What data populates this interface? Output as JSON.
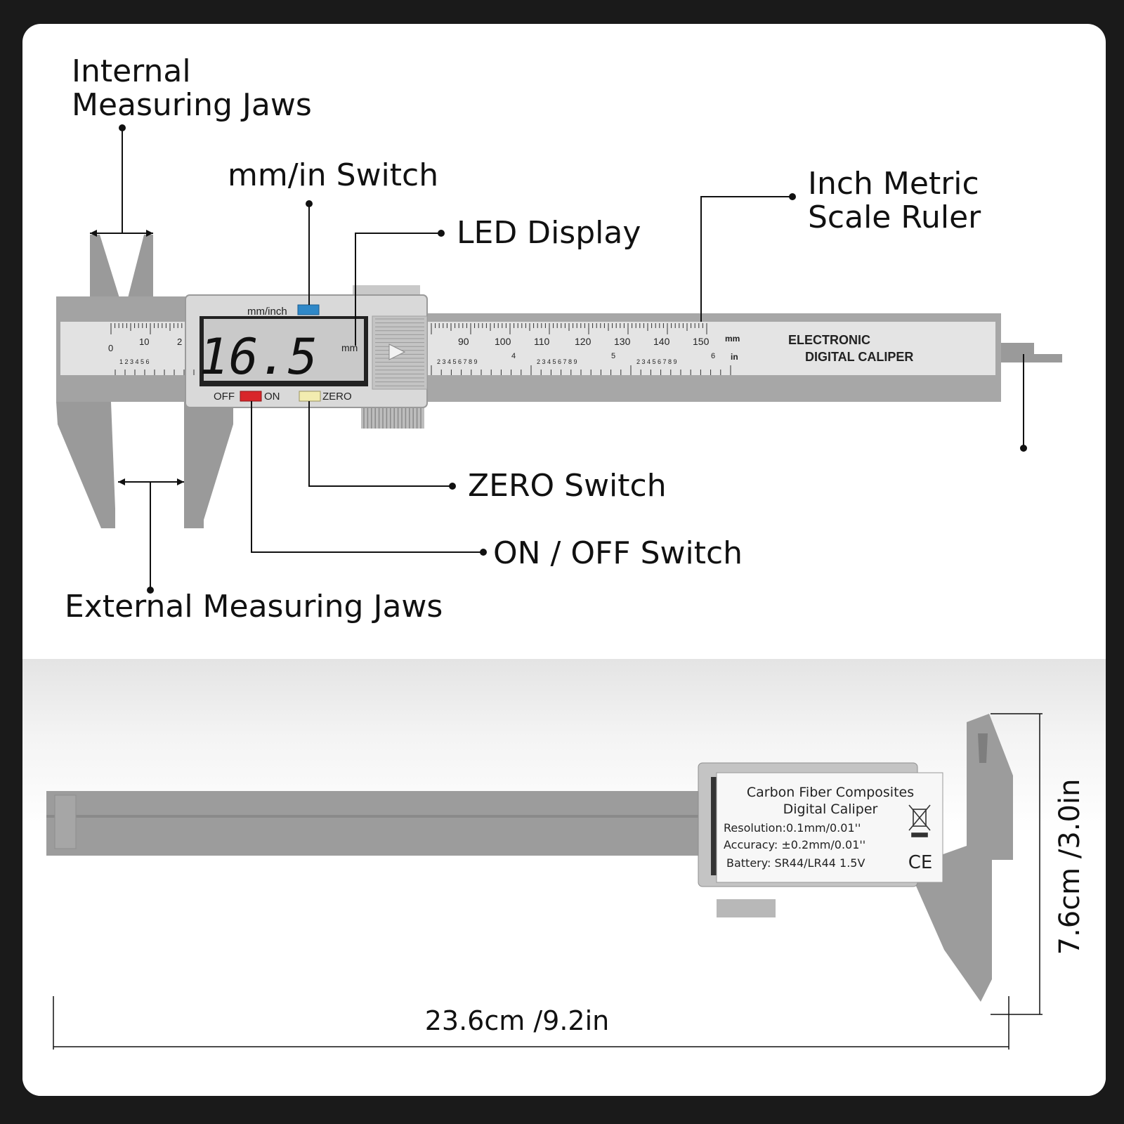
{
  "labels": {
    "internal_jaws_line1": "Internal",
    "internal_jaws_line2": "Measuring Jaws",
    "mm_in_switch": "mm/in Switch",
    "led_display": "LED Display",
    "inch_metric_line1": "Inch Metric",
    "inch_metric_line2": "Scale Ruler",
    "zero_switch": "ZERO Switch",
    "on_off_switch": "ON / OFF Switch",
    "external_jaws": "External Measuring Jaws"
  },
  "caliper": {
    "mm_inch_label": "mm/inch",
    "display_value": "16.5",
    "display_unit": "mm",
    "off_label": "OFF",
    "on_label": "ON",
    "zero_label": "ZERO",
    "title_line1": "ELECTRONIC",
    "title_line2": "DIGITAL CALIPER",
    "scale_mm_label": "mm",
    "scale_in_label": "in",
    "mm_ticks": [
      "0",
      "10",
      "2",
      "90",
      "100",
      "110",
      "120",
      "130",
      "140",
      "150"
    ],
    "inch_ticks": [
      "4",
      "5",
      "6"
    ],
    "inch_sub_digits": "1 2 3 4 5 6",
    "inch_sub_digits_long": "2 3 4 5 6 7 8 9"
  },
  "spec_plate": {
    "line1": "Carbon Fiber Composites",
    "line2": "Digital Caliper",
    "resolution": "Resolution:0.1mm/0.01''",
    "accuracy": "Accuracy: ±0.2mm/0.01''",
    "battery": "Battery: SR44/LR44 1.5V",
    "ce_mark": "CE"
  },
  "dimensions": {
    "width": "23.6cm /9.2in",
    "height": "7.6cm /3.0in"
  },
  "colors": {
    "caliper_gray": "#9a9a9a",
    "mm_inch_button": "#2f88c8",
    "on_button": "#d8262a",
    "zero_button": "#f2ecb0",
    "lcd_bg": "#c9c9c9"
  }
}
